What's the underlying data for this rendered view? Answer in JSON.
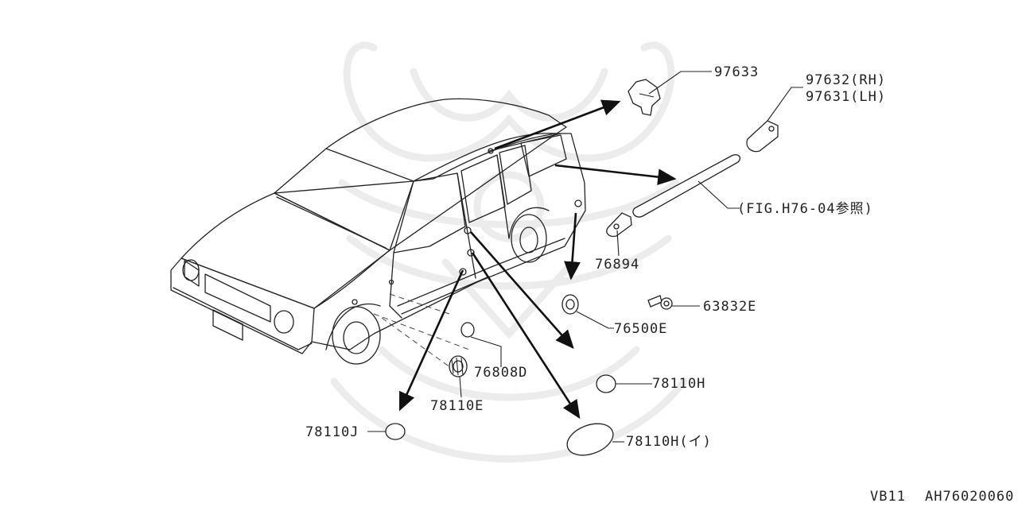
{
  "diagram": {
    "watermark_icon": "samurai-helmet-logo",
    "callouts": [
      {
        "id": "97633",
        "text": "97633"
      },
      {
        "id": "97632",
        "text": "97632(RH)"
      },
      {
        "id": "97631",
        "text": "97631(LH)"
      },
      {
        "id": "fig_ref",
        "text": "(FIG.H76-04参照)"
      },
      {
        "id": "76894",
        "text": "76894"
      },
      {
        "id": "63832E",
        "text": "63832E"
      },
      {
        "id": "76500E",
        "text": "76500E"
      },
      {
        "id": "76808D",
        "text": "76808D"
      },
      {
        "id": "78110E",
        "text": "78110E"
      },
      {
        "id": "78110H",
        "text": "78110H"
      },
      {
        "id": "78110J",
        "text": "78110J"
      },
      {
        "id": "78110H_i",
        "text": "78110H(イ)"
      }
    ],
    "footer": {
      "model": "VB11",
      "drawing_code": "AH76020060"
    }
  }
}
